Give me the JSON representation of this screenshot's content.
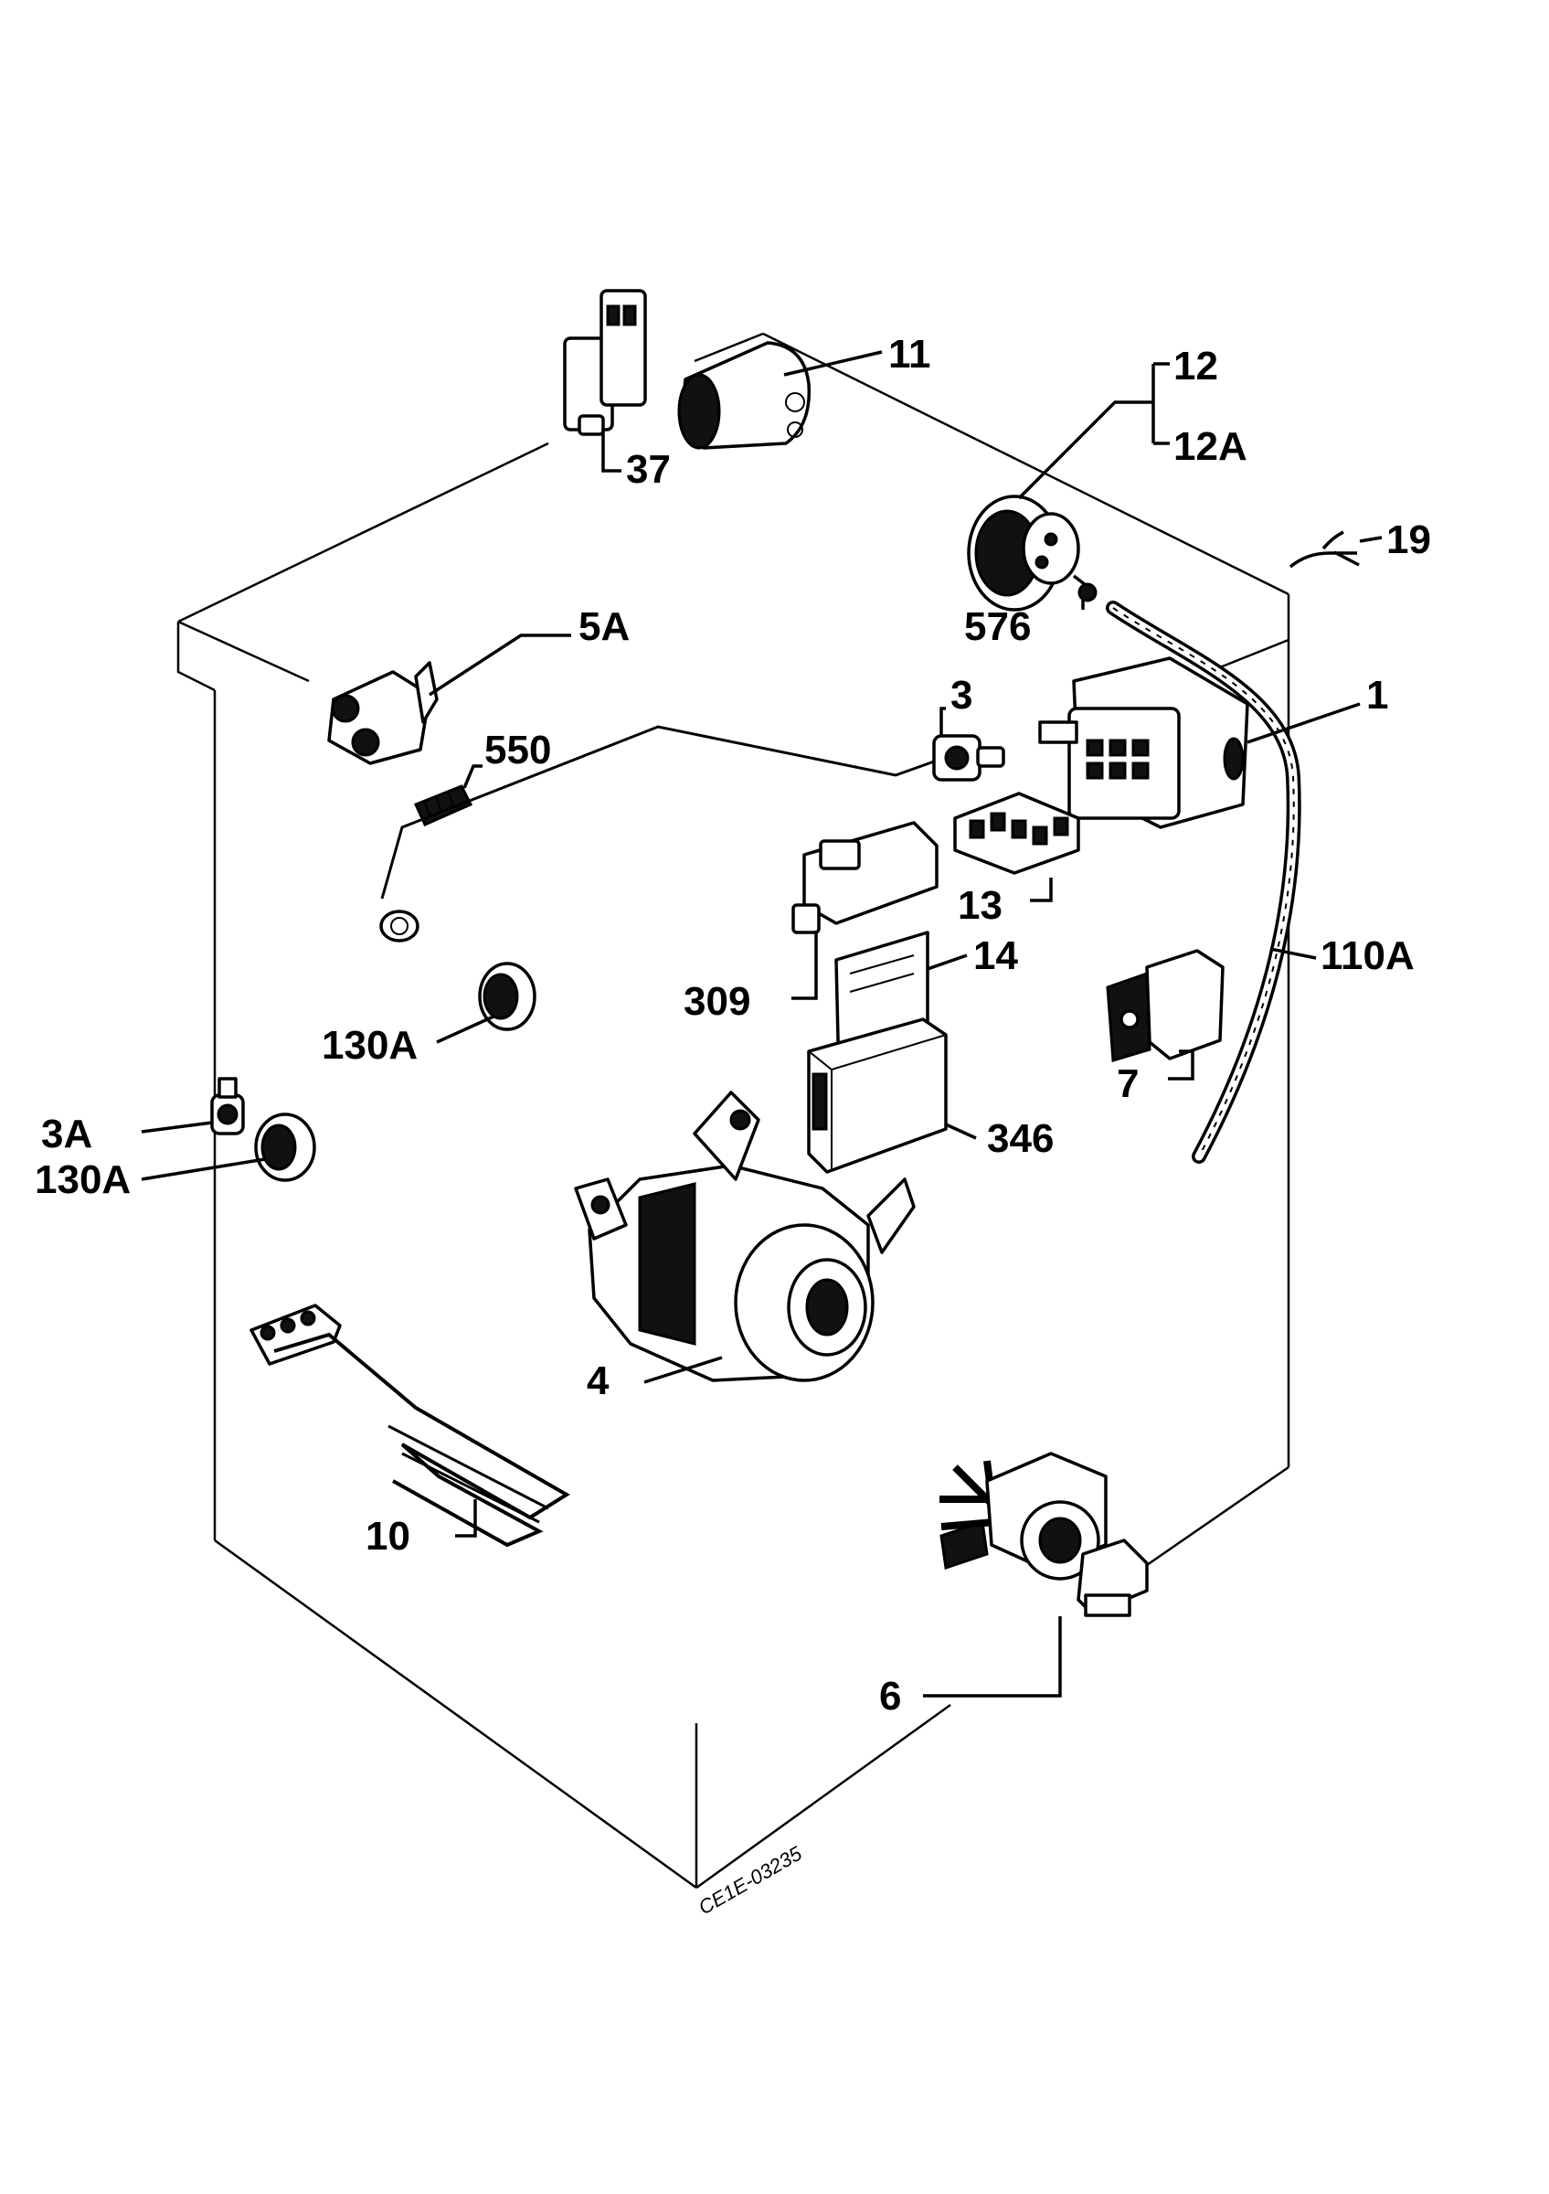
{
  "diagram": {
    "drawing_code": "CE1E-03235",
    "callouts": {
      "p37": "37",
      "p11": "11",
      "p12": "12",
      "p12a": "12A",
      "p19": "19",
      "p576": "576",
      "p5a": "5A",
      "p550": "550",
      "p3": "3",
      "p1": "1",
      "p13": "13",
      "p309": "309",
      "p14": "14",
      "p110a": "110A",
      "p130a_upper": "130A",
      "p3a": "3A",
      "p130a_lower": "130A",
      "p7": "7",
      "p346": "346",
      "p4": "4",
      "p10": "10",
      "p6": "6"
    }
  }
}
